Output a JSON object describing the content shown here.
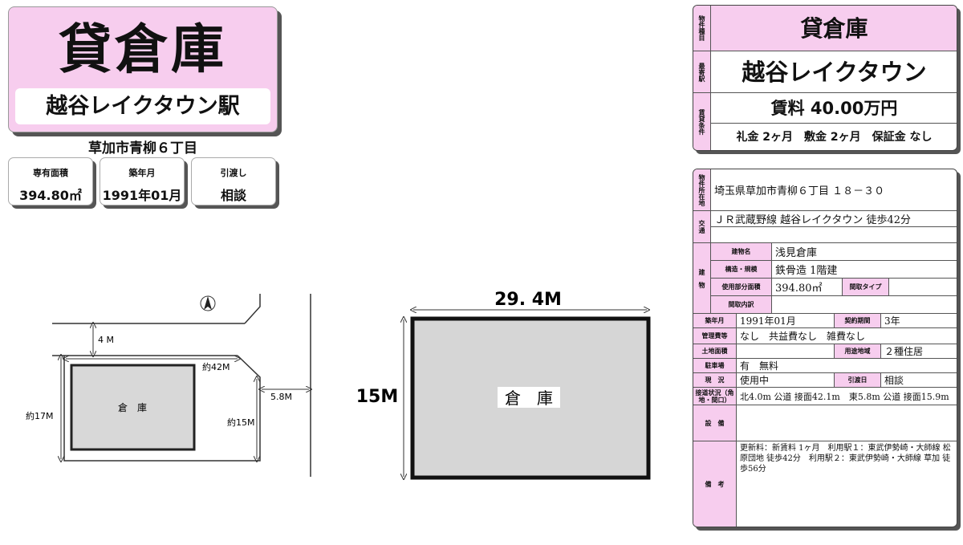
{
  "header": {
    "title": "貸倉庫",
    "station": "越谷レイクタウン駅",
    "address": "草加市青柳６丁目"
  },
  "info": [
    {
      "label": "専有面積",
      "value": "394.80㎡"
    },
    {
      "label": "築年月",
      "value": "1991年01月"
    },
    {
      "label": "引渡し",
      "value": "相談"
    }
  ],
  "site_map": {
    "road_north": "4 M",
    "frontage_north": "約42M",
    "road_east": "5.8M",
    "depth_west": "約17M",
    "depth_east": "約15M",
    "building_label": "倉　庫"
  },
  "floor_plan": {
    "width": "29. 4M",
    "depth": "15M",
    "label": "倉　庫"
  },
  "summary": {
    "type_label": "物件種目",
    "type": "貸倉庫",
    "station_label": "最寄駅",
    "station": "越谷レイクタウン",
    "terms_label": "賃貸条件",
    "rent": "賃料 40.00万円",
    "deposits": "礼金 2ヶ月　敷金 2ヶ月　保証金 なし"
  },
  "detail": {
    "location_label": "物件所在地",
    "location": "埼玉県草加市青柳６丁目 １８－３０",
    "transit_label": "交　通",
    "transit": "ＪＲ武蔵野線 越谷レイクタウン 徒歩42分",
    "building_label": "建　物",
    "name_label": "建物名",
    "name": "浅見倉庫",
    "structure_label": "構造・規模",
    "structure": "鉄骨造 1階建",
    "area_label": "使用部分面積",
    "area": "394.80㎡",
    "layout_type_label": "間取タイプ",
    "layout_detail_label": "間取内訳",
    "built_label": "築年月",
    "built": "1991年01月",
    "contract_label": "契約期間",
    "contract": "3年",
    "fees_label": "管理費等",
    "fees": "なし　共益費なし　雑費なし",
    "land_label": "土地面積",
    "zoning_label": "用途地域",
    "zoning": "２種住居",
    "parking_label": "駐車場",
    "parking": "有　無料",
    "status_label": "現　況",
    "status": "使用中",
    "handover_label": "引渡日",
    "handover": "相談",
    "road_label": "接道状況（角地・間口）",
    "road": "北4.0m 公道 接面42.1m　東5.8m 公道 接面15.9m",
    "equipment_label": "設　備",
    "remarks_label": "備　考",
    "remarks": "更新料：新賃料 1ヶ月　利用駅１：東武伊勢崎・大師線 松原団地 徒歩42分　利用駅２：東武伊勢崎・大師線 草加 徒歩56分"
  }
}
